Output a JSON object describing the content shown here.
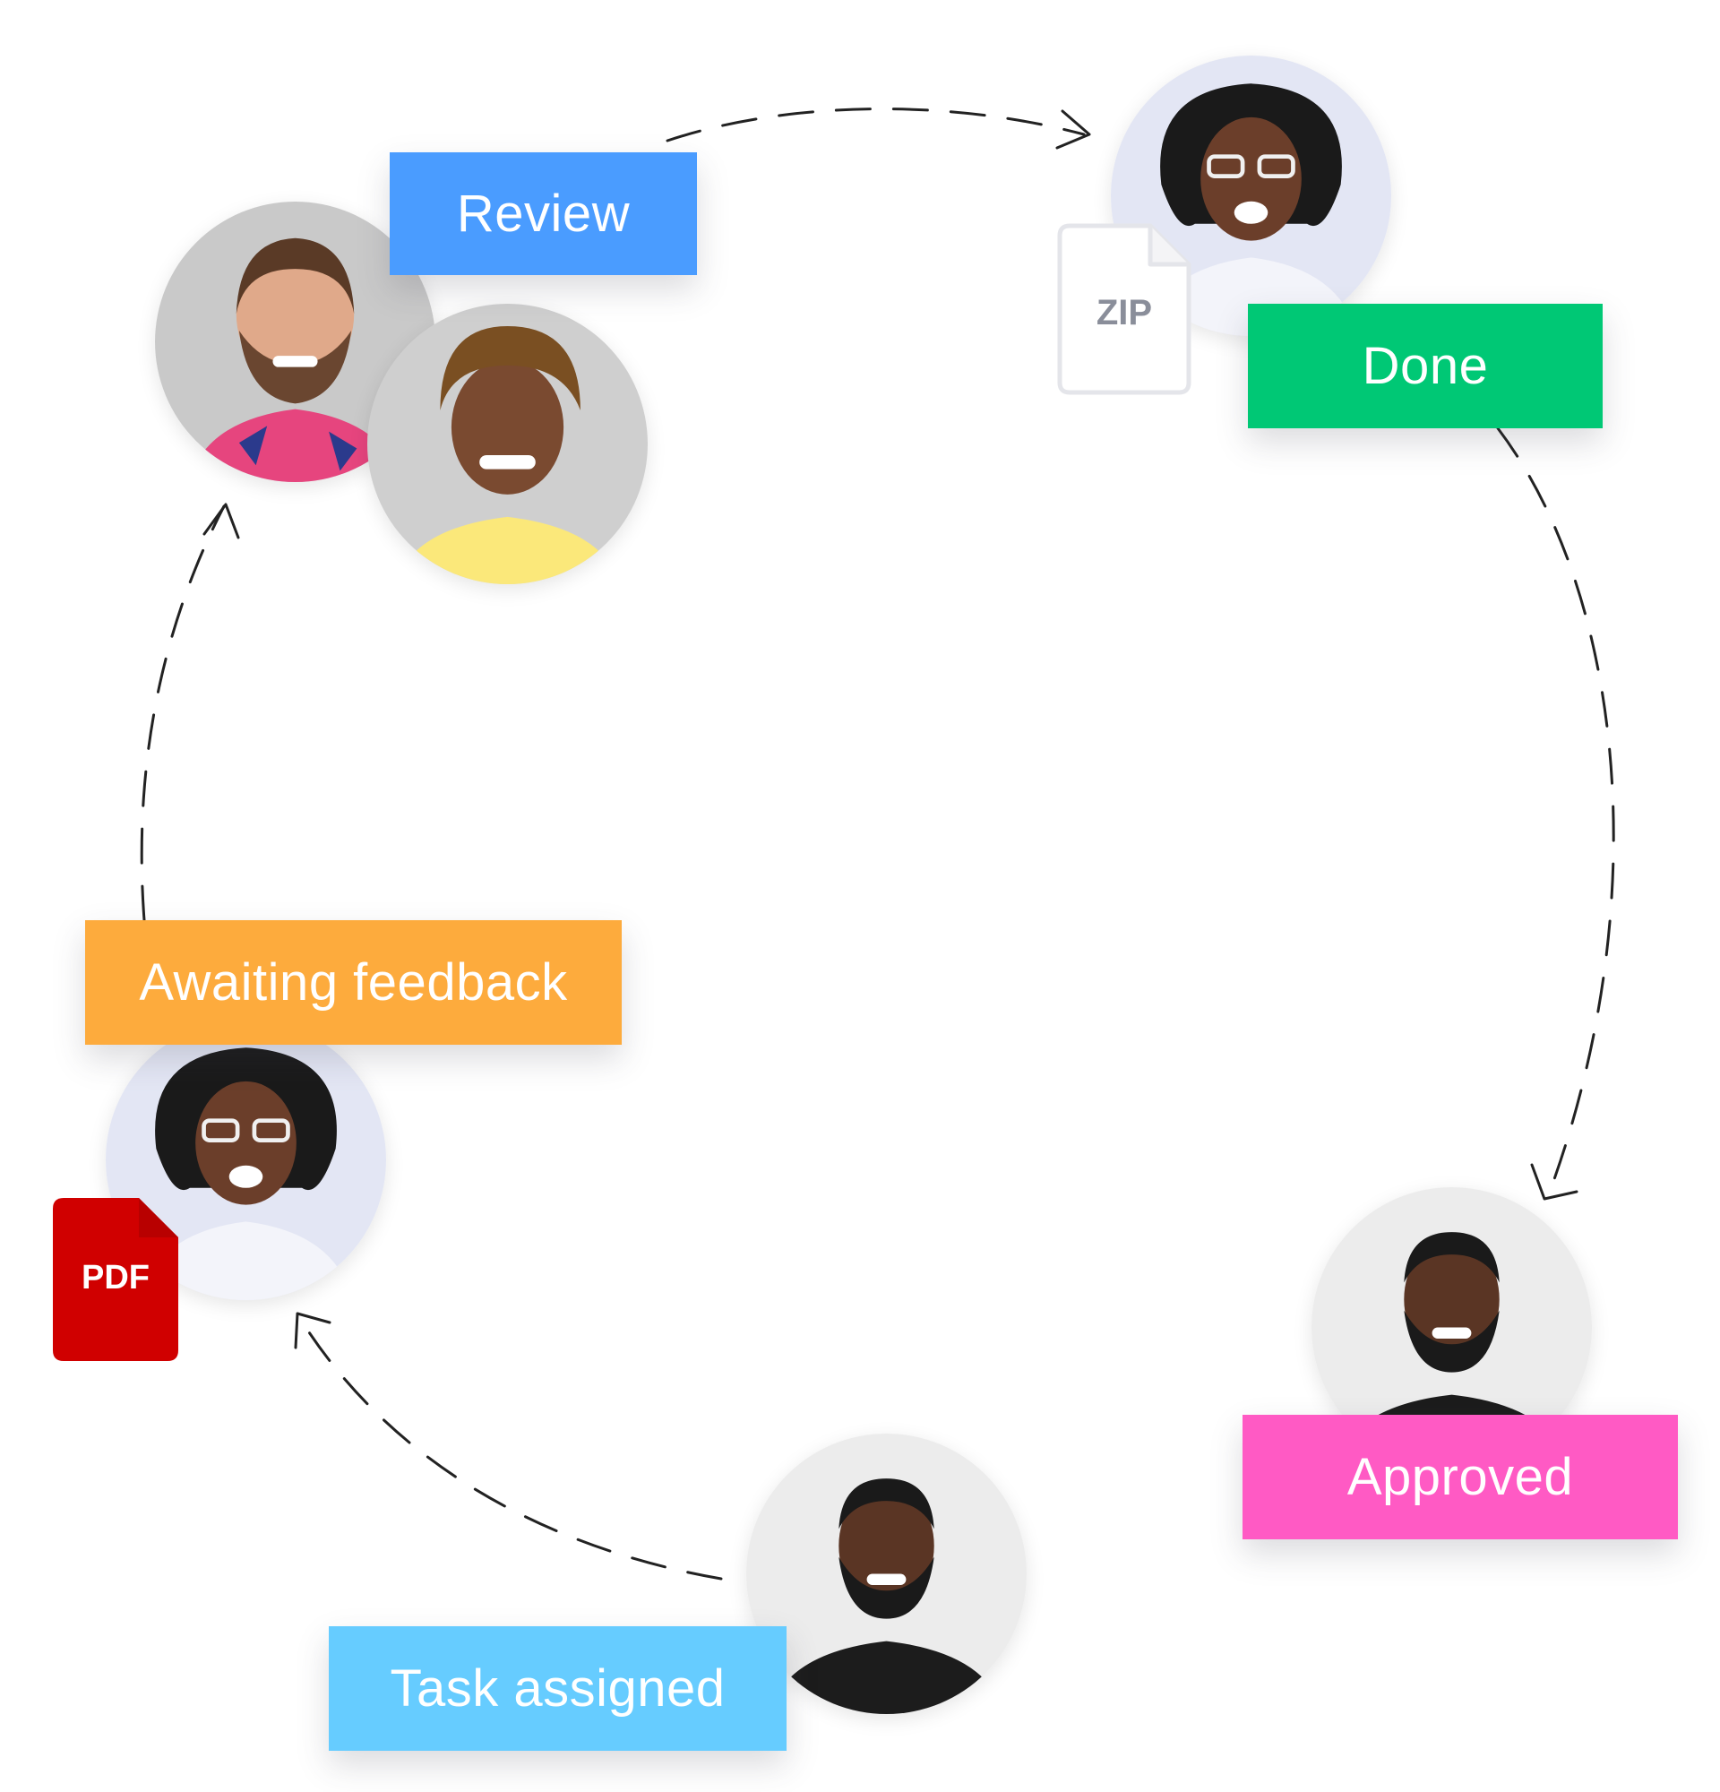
{
  "stages": [
    {
      "label": "Review",
      "color": "#4a9cff"
    },
    {
      "label": "Done",
      "color": "#00c875"
    },
    {
      "label": "Approved",
      "color": "#ff5ac4"
    },
    {
      "label": "Task assigned",
      "color": "#66ccff"
    },
    {
      "label": "Awaiting feedback",
      "color": "#fdab3d"
    }
  ],
  "files": {
    "zip": {
      "label": "ZIP"
    },
    "pdf": {
      "label": "PDF",
      "color": "#d00000"
    }
  }
}
